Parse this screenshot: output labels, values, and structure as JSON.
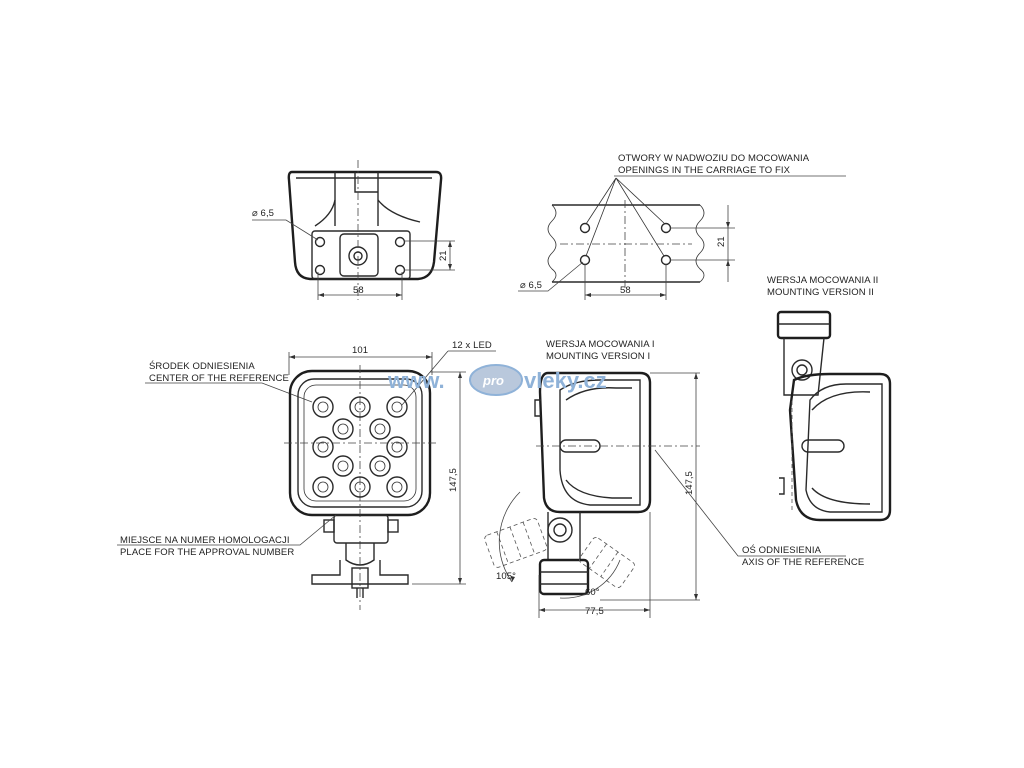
{
  "labels": {
    "openings_pl": "OTWORY W NADWOZIU DO MOCOWANIA",
    "openings_en": "OPENINGS IN THE CARRIAGE TO FIX",
    "mount2_pl": "WERSJA MOCOWANIA II",
    "mount2_en": "MOUNTING VERSION II",
    "mount1_pl": "WERSJA MOCOWANIA I",
    "mount1_en": "MOUNTING VERSION I",
    "center_pl": "ŚRODEK ODNIESIENIA",
    "center_en": "CENTER OF THE REFERENCE",
    "approval_pl": "MIEJSCE NA NUMER HOMOLOGACJI",
    "approval_en": "PLACE FOR THE APPROVAL NUMBER",
    "axis_pl": "OŚ ODNIESIENIA",
    "axis_en": "AXIS OF THE REFERENCE",
    "led": "12 x LED"
  },
  "dimensions": {
    "top_hole_dia": "⌀ 6,5",
    "top_width": "58",
    "top_height": "21",
    "holes_dia": "⌀ 6,5",
    "holes_width": "58",
    "holes_height": "21",
    "front_width": "101",
    "front_height": "147,5",
    "side_height": "147,5",
    "side_depth": "77,5",
    "angle_left": "105°",
    "angle_right": "60°"
  },
  "watermark": {
    "left": "www.",
    "badge": "pro",
    "right": "vleky.cz",
    "color": "#8fb2d8",
    "badge_color": "#b9c8dc"
  }
}
